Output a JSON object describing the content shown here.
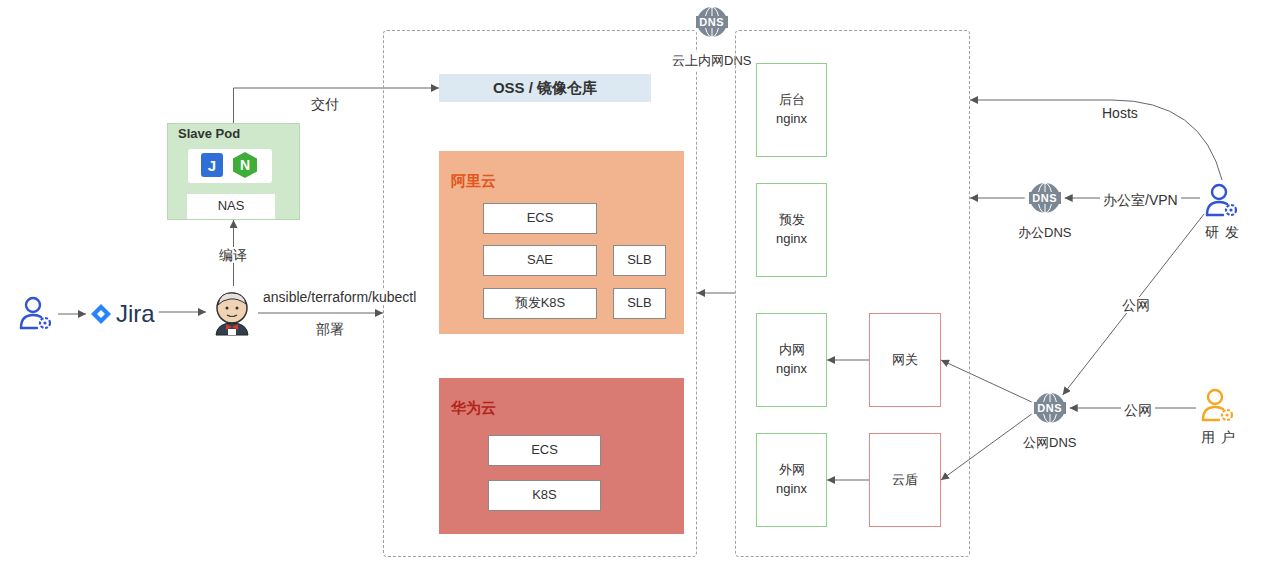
{
  "diagram": {
    "nodes": [
      {
        "text": []
      },
      {
        "text": [
          "Jira"
        ]
      },
      {
        "text": []
      },
      {
        "text": [
          "Slave Pod"
        ]
      },
      {
        "text": [
          "J"
        ],
        "in": 3
      },
      {
        "text": [
          "N"
        ],
        "in": 3
      },
      {
        "text": [
          "NAS"
        ],
        "in": 3
      },
      {
        "text": []
      },
      {
        "text": [
          "OSS  /  镜像仓库"
        ],
        "in": 7
      },
      {
        "text": [
          "阿里云"
        ],
        "in": 7
      },
      {
        "text": [
          "ECS"
        ],
        "in": 9
      },
      {
        "text": [
          "SAE"
        ],
        "in": 9
      },
      {
        "text": [
          "SLB"
        ],
        "in": 9
      },
      {
        "text": [
          "预发K8S"
        ],
        "in": 9
      },
      {
        "text": [
          "SLB"
        ],
        "in": 9
      },
      {
        "text": [
          "华为云"
        ],
        "in": 7
      },
      {
        "text": [
          "ECS"
        ],
        "in": 15
      },
      {
        "text": [
          "K8S"
        ],
        "in": 15
      },
      {
        "text": [
          "DNS",
          "云上内网DNS"
        ]
      },
      {
        "text": []
      },
      {
        "text": [
          "后台 nginx"
        ],
        "in": 19
      },
      {
        "text": [
          "预发 nginx"
        ],
        "in": 19
      },
      {
        "text": [
          "内网 nginx"
        ],
        "in": 19
      },
      {
        "text": [
          "网关"
        ],
        "in": 19
      },
      {
        "text": [
          "外网 nginx"
        ],
        "in": 19
      },
      {
        "text": [
          "云盾"
        ],
        "in": 19
      },
      {
        "text": [
          "研发"
        ]
      },
      {
        "text": [
          "DNS",
          "办公DNS"
        ]
      },
      {
        "text": [
          "DNS",
          "公网DNS"
        ]
      },
      {
        "text": [
          "用户"
        ]
      }
    ],
    "edges": [
      {
        "from": 0,
        "to": 1,
        "arrow": "to"
      },
      {
        "from": 1,
        "to": 2,
        "arrow": "to"
      },
      {
        "from": 2,
        "to": 3,
        "label": "编译",
        "arrow": "to"
      },
      {
        "from": 3,
        "to": 8,
        "label": "交付",
        "arrow": "to"
      },
      {
        "from": 2,
        "to": 7,
        "label": "ansible/terraform/kubectl",
        "arrow": "to"
      },
      {
        "from": 19,
        "to": 7,
        "arrow": "to"
      },
      {
        "from": 26,
        "to": 19,
        "label": "Hosts",
        "arrow": "to"
      },
      {
        "from": 26,
        "to": 27,
        "label": "办公室/VPN",
        "arrow": "to"
      },
      {
        "from": 27,
        "to": 19,
        "arrow": "to"
      },
      {
        "from": 26,
        "to": 28,
        "label": "公网",
        "arrow": "to"
      },
      {
        "from": 29,
        "to": 28,
        "label": "公网",
        "arrow": "to"
      },
      {
        "from": 28,
        "to": 23,
        "arrow": "to"
      },
      {
        "from": 28,
        "to": 25,
        "arrow": "to"
      },
      {
        "from": 23,
        "to": 22,
        "arrow": "to"
      },
      {
        "from": 25,
        "to": 24,
        "arrow": "to"
      },
      {
        "from": 11,
        "to": 12,
        "arrow": "none"
      },
      {
        "from": 13,
        "to": 14,
        "arrow": "none"
      }
    ],
    "labels": [
      "部署"
    ]
  }
}
